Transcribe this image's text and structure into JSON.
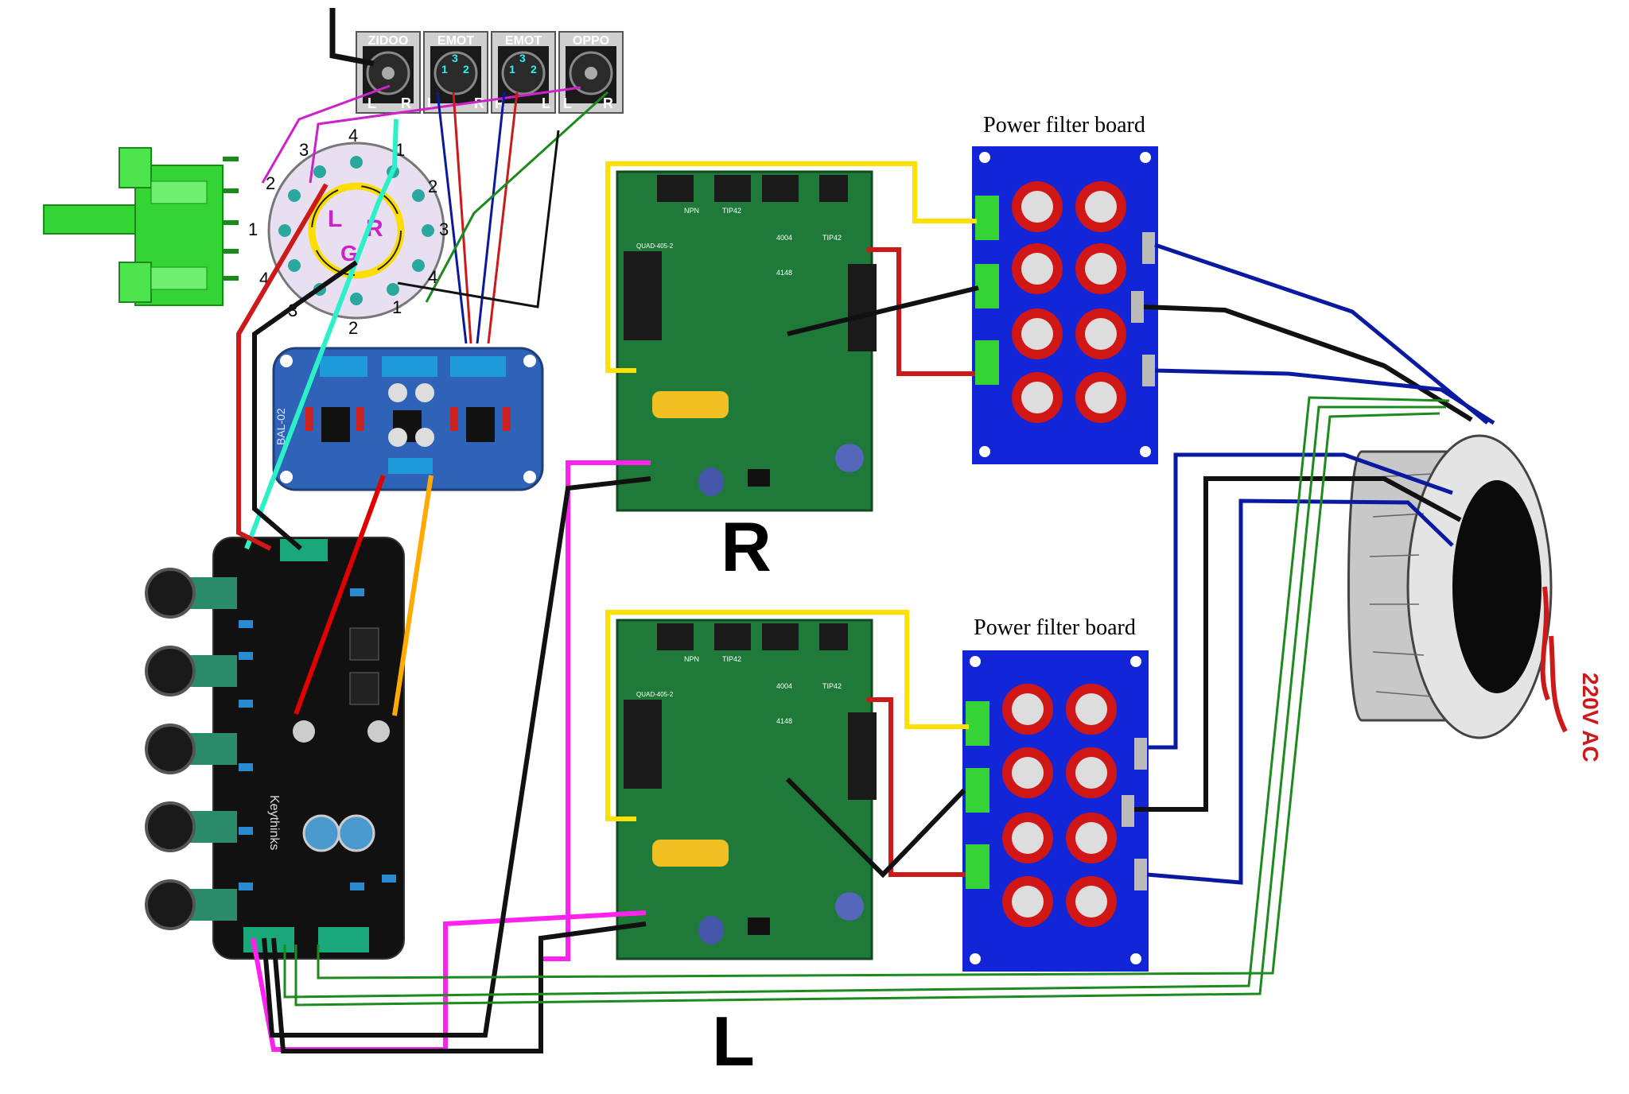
{
  "inputs": [
    {
      "name": "ZIDOO",
      "left": "L",
      "right": "R"
    },
    {
      "name": "EMOT",
      "left": "L",
      "right": "R",
      "pins": [
        "1",
        "3",
        "2"
      ]
    },
    {
      "name": "EMOT",
      "left": "L",
      "right": "R",
      "pins": [
        "1",
        "3",
        "2"
      ]
    },
    {
      "name": "OPPO",
      "left": "L",
      "right": "R"
    }
  ],
  "selector": {
    "left_label": "L",
    "right_label": "R",
    "ground_label": "G",
    "position_numbers": [
      "1",
      "2",
      "3",
      "4",
      "1",
      "2",
      "3",
      "4",
      "1",
      "2",
      "3",
      "4"
    ]
  },
  "balanced_board": {
    "model": "BAL-02"
  },
  "tone_board": {
    "brand": "Keythinks"
  },
  "amp_boards": {
    "model": "QUAD-405-2",
    "transistor": "TIP42",
    "npn": "NPN",
    "diode": "4004",
    "diode2": "4148"
  },
  "channel_labels": {
    "right": "R",
    "left": "L"
  },
  "filter_boards": {
    "title_top": "Power filter board",
    "title_bottom": "Power filter board"
  },
  "transformer": {
    "voltage_label": "220V AC"
  },
  "colors": {
    "board_green": "#1f7a3a",
    "filter_blue": "#1226d8",
    "cap_red": "#d11616",
    "tone_black": "#111111",
    "bal_blue": "#2f63b8",
    "selector_green": "#35d435",
    "wire_magenta": "#ff22ee",
    "wire_yellow": "#ffe000",
    "wire_darkblue": "#0a1aa0",
    "wire_green": "#1c8a1c",
    "wire_red": "#e00000",
    "wire_orange": "#ffaa00"
  }
}
